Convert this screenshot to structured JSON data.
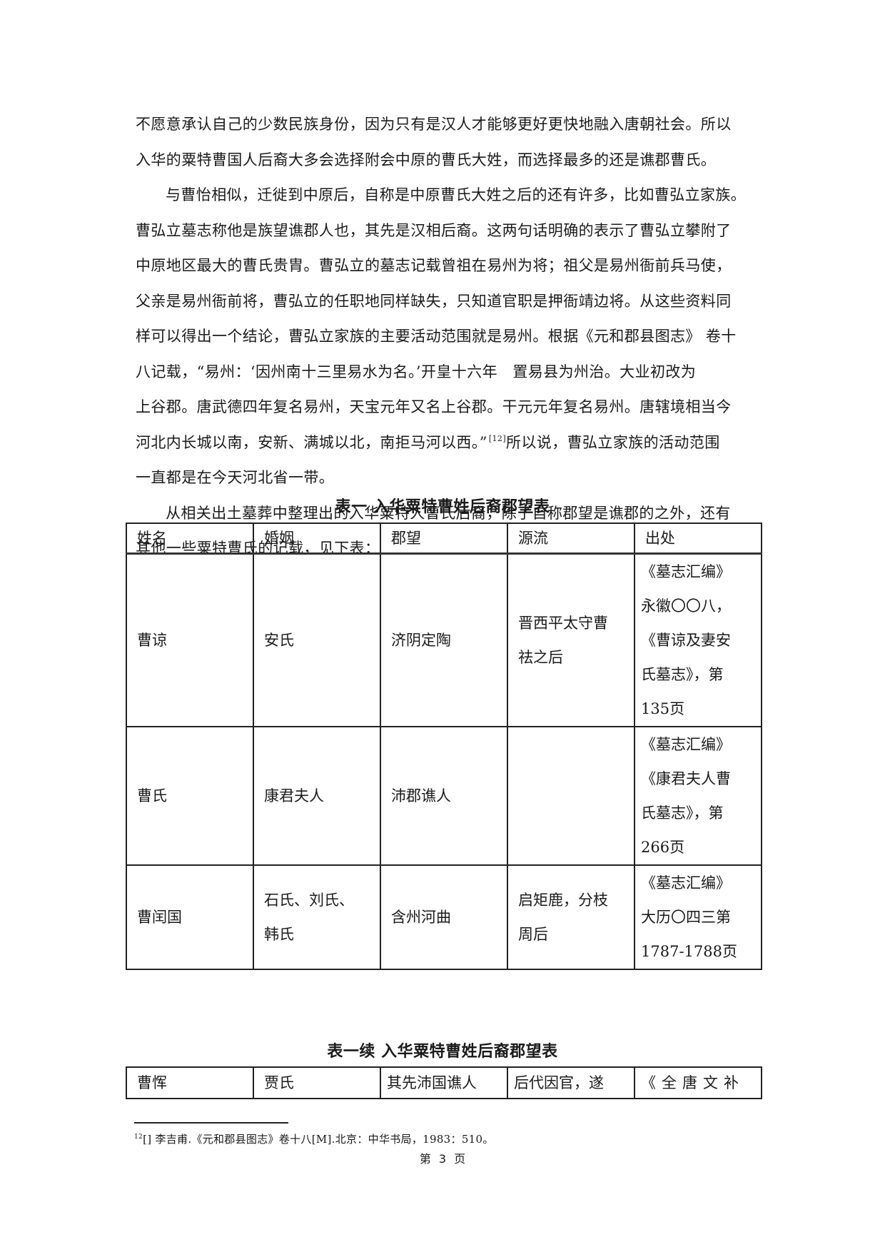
{
  "document": {
    "paragraphs": [
      {
        "indent": false,
        "lines": [
          "不愿意承认自己的少数民族身份，因为只有是汉人才能够更好更快地融入唐朝社会。所以",
          "入华的粟特曹国人后裔大多会选择附会中原的曹氏大姓，而选择最多的还是谯郡曹氏。"
        ]
      },
      {
        "indent": true,
        "lines": [
          "与曹怡相似，迁徙到中原后，自称是中原曹氏大姓之后的还有许多，比如曹弘立家族。",
          "曹弘立墓志称他是族望谯郡人也，其先是汉相后裔。这两句话明确的表示了曹弘立攀附了",
          "中原地区最大的曹氏贵胄。曹弘立的墓志记载曾祖在易州为将；祖父是易州衙前兵马使，",
          "父亲是易州衙前将，曹弘立的任职地同样缺失，只知道官职是押衙靖边将。从这些资料同",
          "样可以得出一个结论，曹弘立家族的主要活动范围就是易州。根据《元和郡县图志》 卷十",
          "八记载，“易州：‘因州南十三里易水为名。’开皇十六年　置易县为州治。大业初改为",
          "上谷郡。唐武德四年复名易州，天宝元年又名上谷郡。干元元年复名易州。唐辖境相当今"
        ],
        "last_line_before_ref": "河北内长城以南，安新、满城以北，南拒马河以西。”",
        "ref": "[12]",
        "last_line_after_ref": "所以说，曹弘立家族的活动范围",
        "tail_lines": [
          "一直都是在今天河北省一带。"
        ]
      },
      {
        "indent": true,
        "lines": [
          "从相关出土墓葬中整理出的入华粟特人曹氏后裔，除了自称郡望是谯郡的之外，还有",
          "其他一些粟特曹氏的记载，见下表："
        ]
      }
    ]
  },
  "table1": {
    "caption": "表一  入华粟特曹姓后裔郡望表",
    "headers": [
      "姓名",
      "婚姻",
      "郡望",
      "源流",
      "出处"
    ],
    "rows": [
      {
        "name": "曹谅",
        "marriage": "安氏",
        "origin": "济阴定陶",
        "lineage": [
          "晋西平太守曹",
          "祛之后"
        ],
        "source": [
          "《墓志汇编》",
          "永徽〇〇八，",
          "《曹谅及妻安",
          "氏墓志》，第",
          "135页"
        ]
      },
      {
        "name": "曹氏",
        "marriage": "康君夫人",
        "origin": "沛郡谯人",
        "lineage": [],
        "source": [
          "《墓志汇编》",
          "《康君夫人曹",
          "氏墓志》，第",
          "266页"
        ]
      },
      {
        "name": "曹闰国",
        "marriage": [
          "石氏、刘氏、",
          "韩氏"
        ],
        "origin": "含州河曲",
        "lineage": [
          "启矩鹿，分枝",
          "周后"
        ],
        "source": [
          "《墓志汇编》",
          "大历〇四三第",
          "1787-1788页"
        ]
      }
    ]
  },
  "table1_cont": {
    "caption": "表一续  入华粟特曹姓后裔郡望表",
    "rows": [
      {
        "name": "曹恽",
        "marriage": "贾氏",
        "origin": "其先沛国谯人",
        "lineage": "后代因官，遂",
        "source": "《全唐文补"
      }
    ]
  },
  "footnote": {
    "marker": "12",
    "brackets": "[]",
    "text": " 李吉甫.《元和郡县图志》卷十八[M].北京：中华书局，1983：510。"
  },
  "page_number": {
    "label": "第 3 页"
  }
}
